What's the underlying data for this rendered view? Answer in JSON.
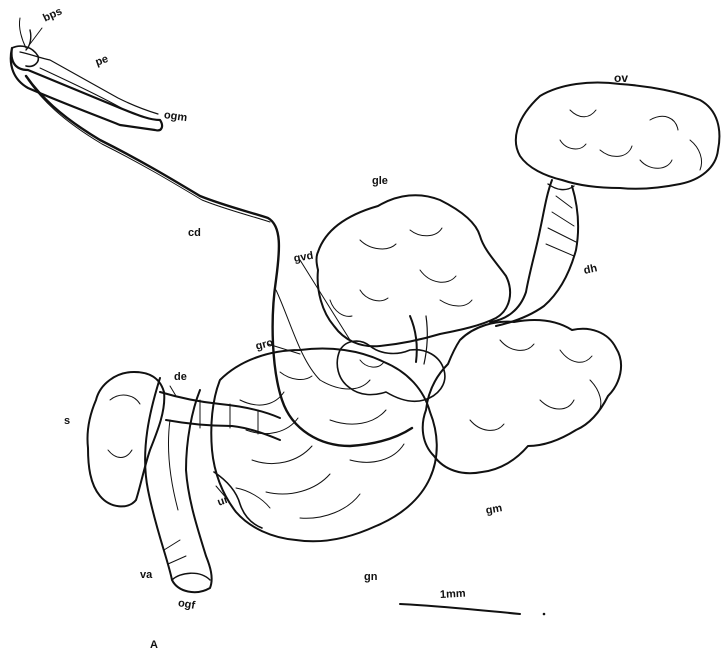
{
  "figure": {
    "panel_letter": "A",
    "scale_bar_label": "1mm",
    "labels": {
      "bps": "bps",
      "pe": "pe",
      "ogm": "ogm",
      "ov": "ov",
      "gle": "gle",
      "cd": "cd",
      "gvd": "gvd",
      "dh": "dh",
      "gro": "gro",
      "de": "de",
      "s": "s",
      "ur": "ur",
      "gm": "gm",
      "va": "va",
      "gn": "gn",
      "ogf": "ogf"
    }
  }
}
